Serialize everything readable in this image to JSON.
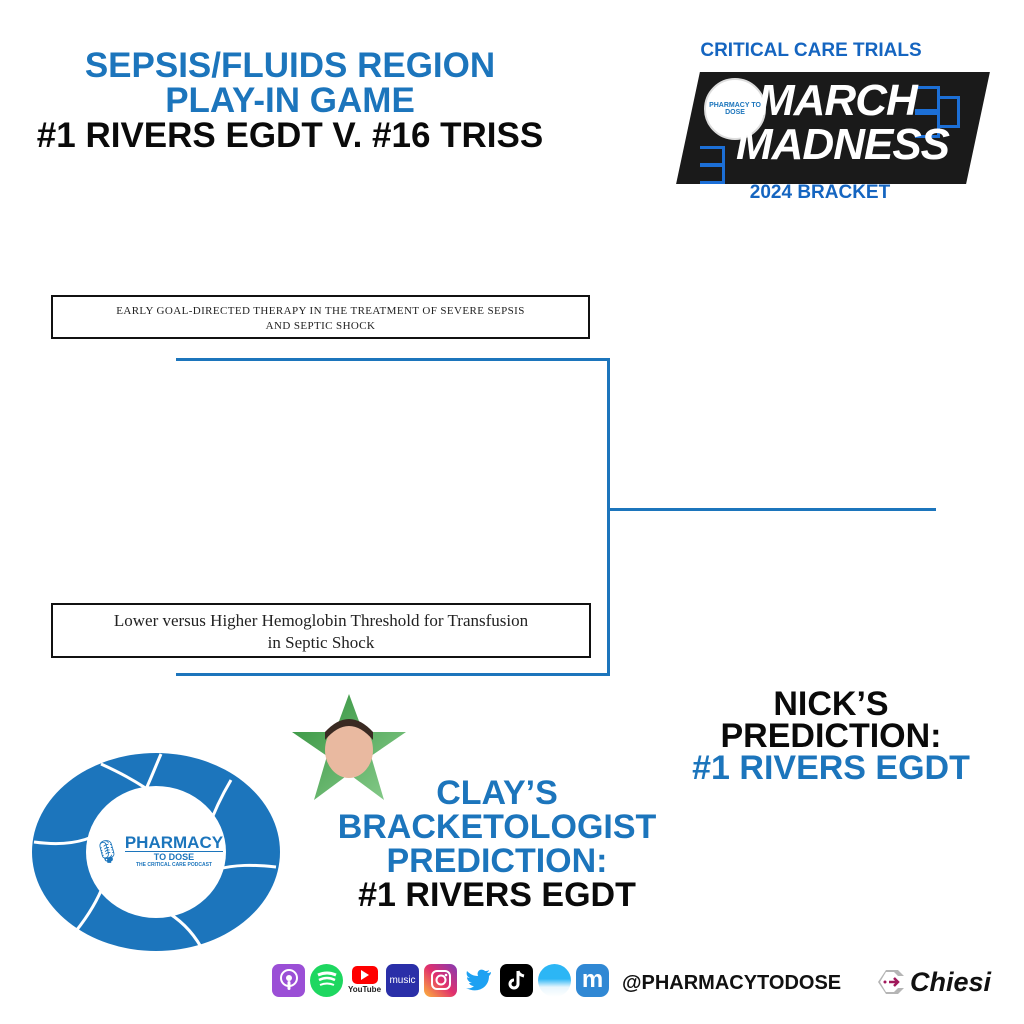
{
  "title": {
    "line1": "SEPSIS/FLUIDS REGION",
    "line2": "PLAY-IN GAME",
    "line3": "#1 RIVERS EGDT V. #16 TRISS"
  },
  "logo": {
    "top_text": "CRITICAL CARE TRIALS",
    "word1": "MARCH",
    "word2": "MADNESS",
    "bottom_text": "2024 BRACKET",
    "badge_text": "PHARMACY TO DOSE"
  },
  "bracket": {
    "seed1_paper": {
      "line1": "EARLY GOAL-DIRECTED THERAPY IN THE TREATMENT OF SEVERE SEPSIS",
      "line2": "AND SEPTIC SHOCK"
    },
    "seed16_paper": {
      "line1": "Lower versus Higher Hemoglobin Threshold for Transfusion",
      "line2": "in Septic Shock"
    },
    "line_color": "#1c75bc"
  },
  "clay": {
    "line1": "CLAY’S",
    "line2": "BRACKETOLOGIST",
    "line3": "PREDICTION:",
    "pick": "#1 RIVERS EGDT"
  },
  "nick": {
    "line1": "NICK’S",
    "line2": "PREDICTION:",
    "pick": "#1 RIVERS EGDT"
  },
  "podcast_logo": {
    "name": "PHARMACY",
    "sub": "TO DOSE",
    "tagline": "THE CRITICAL CARE PODCAST"
  },
  "footer": {
    "social_icons": [
      {
        "name": "apple-podcasts-icon",
        "color": "#9b4fd6"
      },
      {
        "name": "spotify-icon",
        "color": "#1ed760"
      },
      {
        "name": "youtube-icon",
        "color": "#ff0000",
        "label": "YouTube"
      },
      {
        "name": "amazon-music-icon",
        "color": "#2a2fa8",
        "label": "music"
      },
      {
        "name": "instagram-icon",
        "color": "#e1306c"
      },
      {
        "name": "twitter-icon",
        "color": "#1da1f2"
      },
      {
        "name": "tiktok-icon",
        "color": "#000000"
      },
      {
        "name": "bluesky-icon",
        "color": "#4fc3f7"
      },
      {
        "name": "mastodon-icon",
        "color": "#3088d4"
      }
    ],
    "handle": "@PHARMACYTODOSE",
    "sponsor": "Chiesi"
  },
  "colors": {
    "accent_blue": "#1c75bc",
    "text_black": "#0a0a0a"
  }
}
